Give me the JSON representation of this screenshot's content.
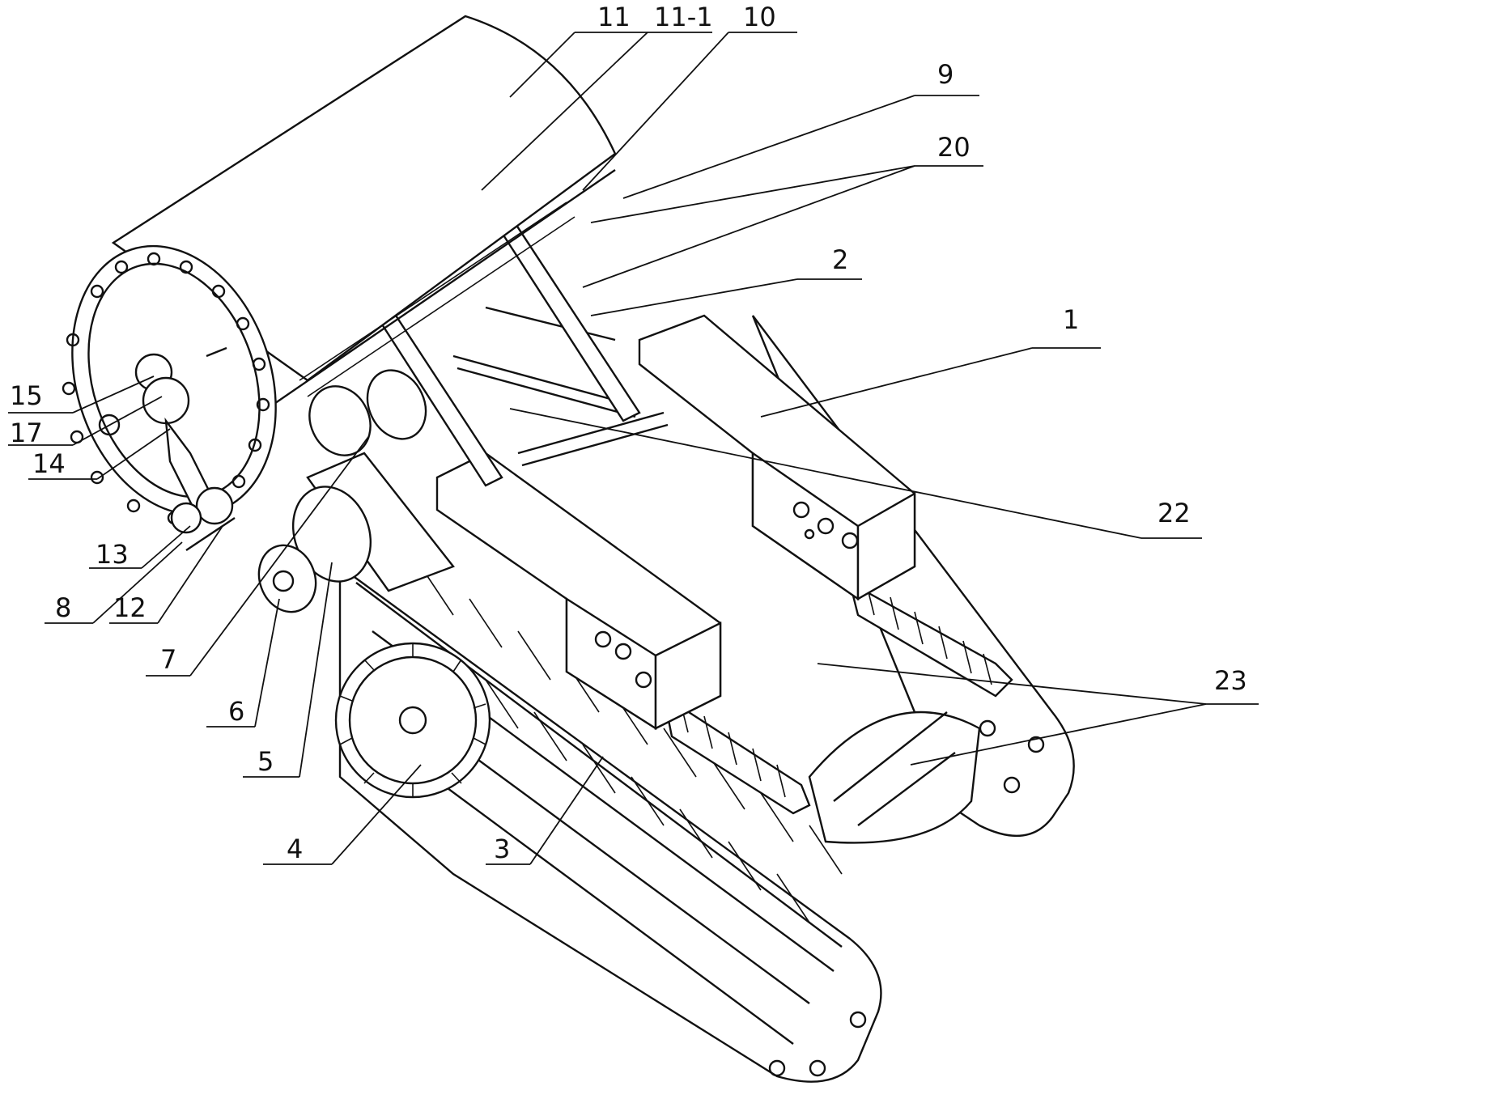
{
  "callouts": [
    {
      "id": "c11",
      "label": "11"
    },
    {
      "id": "c11-1",
      "label": "11-1"
    },
    {
      "id": "c10",
      "label": "10"
    },
    {
      "id": "c9",
      "label": "9"
    },
    {
      "id": "c20",
      "label": "20"
    },
    {
      "id": "c2",
      "label": "2"
    },
    {
      "id": "c1",
      "label": "1"
    },
    {
      "id": "c22",
      "label": "22"
    },
    {
      "id": "c23",
      "label": "23"
    },
    {
      "id": "c15",
      "label": "15"
    },
    {
      "id": "c17",
      "label": "17"
    },
    {
      "id": "c14",
      "label": "14"
    },
    {
      "id": "c13",
      "label": "13"
    },
    {
      "id": "c8",
      "label": "8"
    },
    {
      "id": "c12",
      "label": "12"
    },
    {
      "id": "c7",
      "label": "7"
    },
    {
      "id": "c6",
      "label": "6"
    },
    {
      "id": "c5",
      "label": "5"
    },
    {
      "id": "c4",
      "label": "4"
    },
    {
      "id": "c3",
      "label": "3"
    }
  ]
}
